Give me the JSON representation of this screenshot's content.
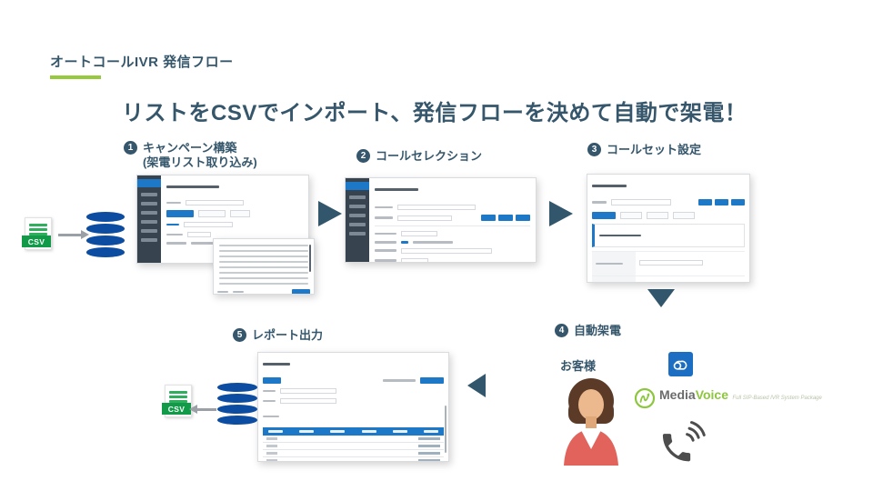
{
  "slide": {
    "title": "オートコールIVR 発信フロー",
    "headline": "リストをCSVでインポート、発信フローを決めて自動で架電！"
  },
  "steps": [
    {
      "num": "1",
      "label": "キャンペーン構築",
      "sublabel": "(架電リスト取り込み)"
    },
    {
      "num": "2",
      "label": "コールセレクション",
      "sublabel": ""
    },
    {
      "num": "3",
      "label": "コールセット設定",
      "sublabel": ""
    },
    {
      "num": "4",
      "label": "自動架電",
      "sublabel": ""
    },
    {
      "num": "5",
      "label": "レポート出力",
      "sublabel": ""
    }
  ],
  "labels": {
    "csv": "CSV",
    "customer": "お客様"
  },
  "logo": {
    "media": "Media",
    "voice": "Voice",
    "tagline": "Full SIP-Based IVR System Package"
  },
  "icons": {
    "csv_file": "csv-file-icon",
    "database": "database-cylinder-icon",
    "flow_arrow_right": "triangle-right-icon",
    "flow_arrow_down": "triangle-down-icon",
    "flow_arrow_left": "triangle-left-icon",
    "transfer_arrow": "gray-arrow-icon",
    "customer_avatar": "woman-avatar",
    "cloud_app": "cloud-loop-icon",
    "brand_mark": "green-swirl-circle-icon",
    "phone": "phone-handset-waves-icon"
  },
  "colors": {
    "heading_text": "#35566B",
    "accent_green": "#97C93D",
    "database_blue": "#0C4DA2",
    "csv_green": "#119A48",
    "ui_blue": "#1E78C8",
    "arrow_slate": "#32566B",
    "arrow_gray": "#9AA0A6",
    "avatar_top": "#E2635C",
    "avatar_hair": "#5C3A28",
    "avatar_skin": "#EBB98D",
    "logo_green": "#8DC63F"
  }
}
